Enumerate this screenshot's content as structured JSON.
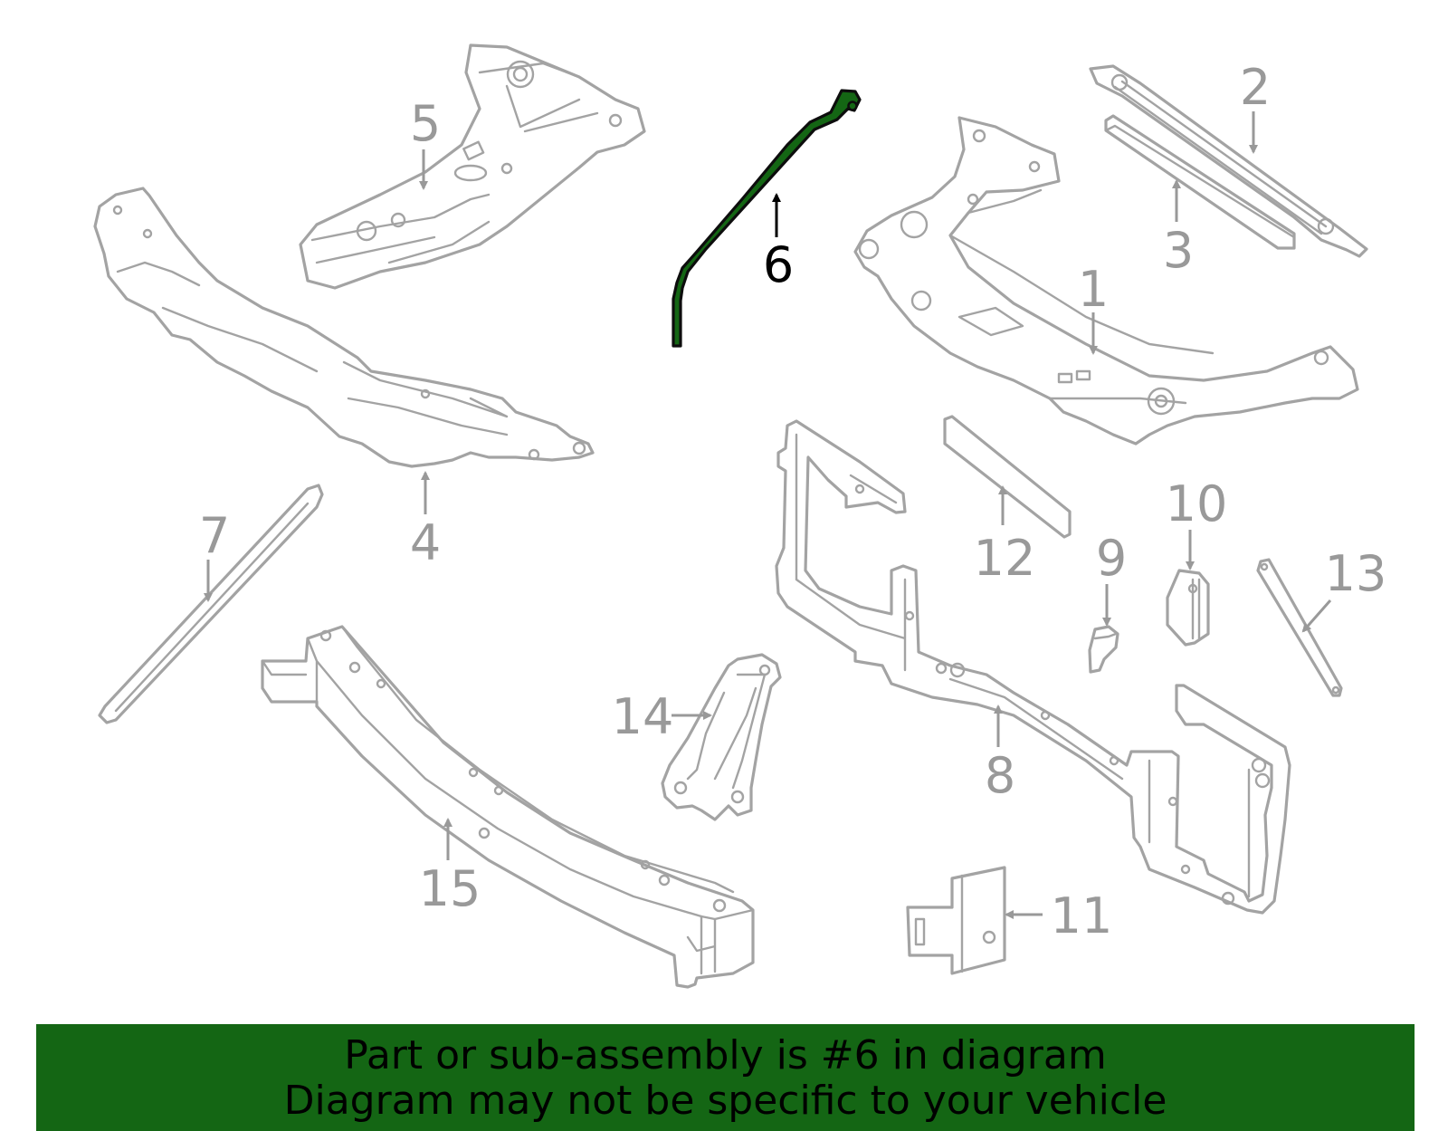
{
  "callouts": [
    "1",
    "2",
    "3",
    "4",
    "5",
    "6",
    "7",
    "8",
    "9",
    "10",
    "11",
    "12",
    "13",
    "14",
    "15"
  ],
  "selected_callout": "6",
  "colors": {
    "highlight": "#146614",
    "part_stroke": "#a3a3a3",
    "label_gray": "#999999",
    "banner": "#146614"
  },
  "banner": {
    "line1": "Part or sub-assembly is #6 in diagram",
    "line2": "Diagram may not be specific to your vehicle"
  }
}
